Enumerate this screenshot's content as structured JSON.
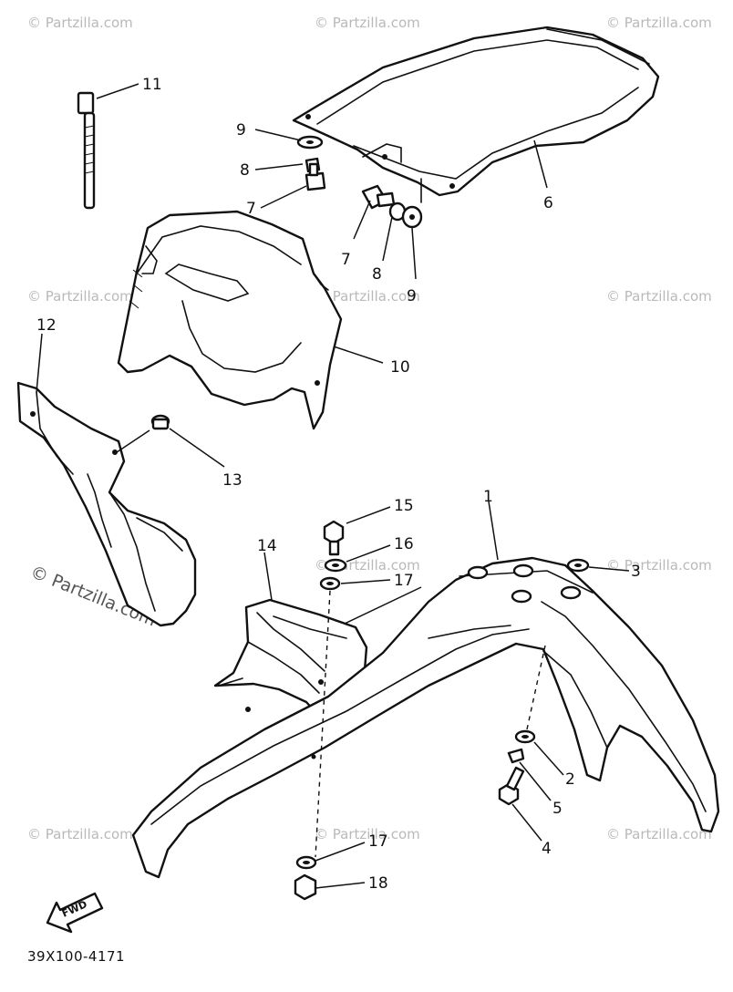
{
  "diagram_code": "39X100-4171",
  "fwd_label": "FWD",
  "watermark": "© Partzilla.com",
  "callouts": {
    "c1": "1",
    "c2": "2",
    "c3": "3",
    "c4": "4",
    "c5": "5",
    "c6": "6",
    "c7a": "7",
    "c7b": "7",
    "c8a": "8",
    "c8b": "8",
    "c9a": "9",
    "c9b": "9",
    "c10": "10",
    "c11": "11",
    "c12": "12",
    "c13": "13",
    "c14": "14",
    "c15": "15",
    "c16": "16",
    "c17a": "17",
    "c17b": "17",
    "c18": "18"
  },
  "colors": {
    "line": "#111111",
    "background": "#ffffff",
    "watermark": "#b9b9b9"
  }
}
